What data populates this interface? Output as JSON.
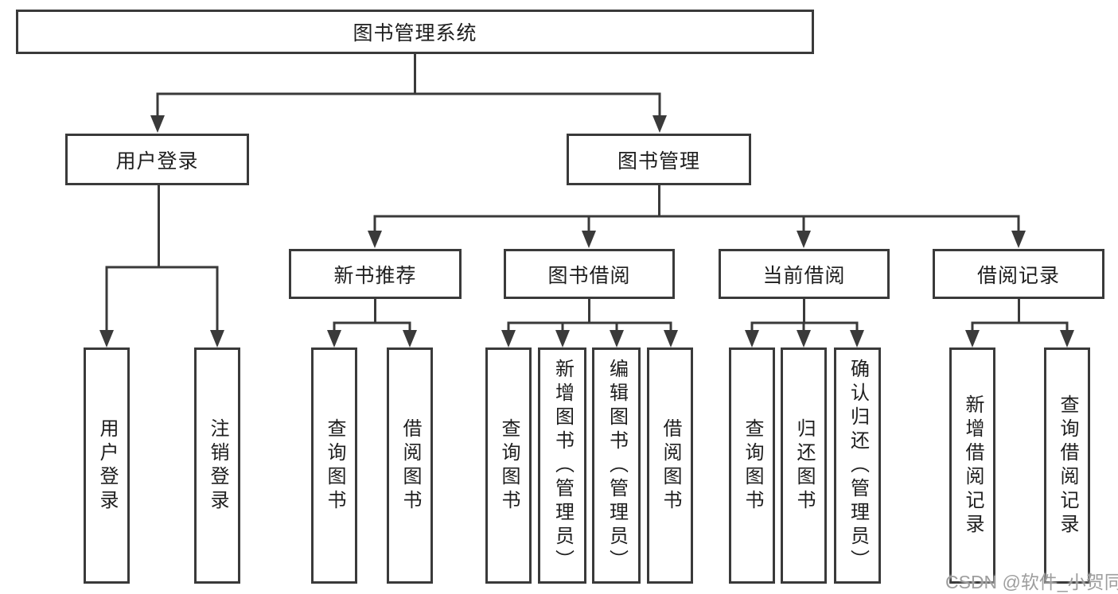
{
  "tree": {
    "root": {
      "label": "图书管理系统"
    },
    "branches": [
      {
        "label": "用户登录",
        "children": [
          {
            "label": "用户登录"
          },
          {
            "label": "注销登录"
          }
        ]
      },
      {
        "label": "图书管理",
        "children": [
          {
            "label": "新书推荐",
            "children": [
              {
                "label": "查询图书"
              },
              {
                "label": "借阅图书"
              }
            ]
          },
          {
            "label": "图书借阅",
            "children": [
              {
                "label": "查询图书"
              },
              {
                "label": "新增图书（管理员）"
              },
              {
                "label": "编辑图书（管理员）"
              },
              {
                "label": "借阅图书"
              }
            ]
          },
          {
            "label": "当前借阅",
            "children": [
              {
                "label": "查询图书"
              },
              {
                "label": "归还图书"
              },
              {
                "label": "确认归还（管理员）"
              }
            ]
          },
          {
            "label": "借阅记录",
            "children": [
              {
                "label": "新增借阅记录"
              },
              {
                "label": "查询借阅记录"
              }
            ]
          }
        ]
      }
    ]
  },
  "watermark": {
    "text": "CSDN @软件_小贺同学",
    "color": "#9e9e9e"
  },
  "colors": {
    "line": "#3a3a3a",
    "border": "#3a3a3a",
    "text": "#1e1e1e",
    "background": "#ffffff"
  }
}
